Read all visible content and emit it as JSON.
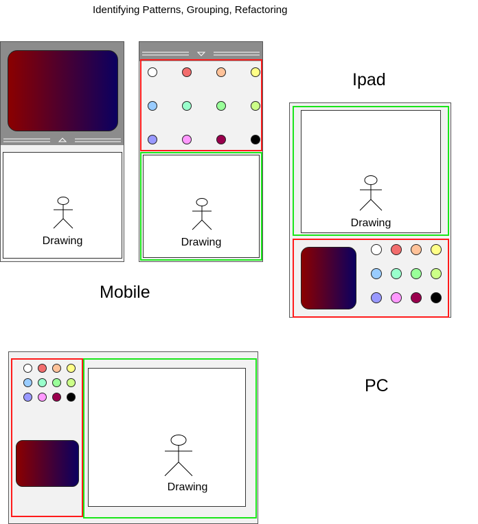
{
  "title": "Identifying Patterns, Grouping, Refactoring",
  "labels": {
    "mobile": "Mobile",
    "ipad": "Ipad",
    "pc": "PC"
  },
  "drawing_label": "Drawing",
  "palette": [
    "#ffffff",
    "#f26d6d",
    "#ffc299",
    "#ffff88",
    "#99ccff",
    "#99ffcc",
    "#99ff99",
    "#ccff88",
    "#9999ff",
    "#ff99ff",
    "#99004d",
    "#000000"
  ],
  "gradient_colors": {
    "start": "#8b0000",
    "end": "#0b0060"
  },
  "outline_colors": {
    "group_tools": "#ff1a1a",
    "group_canvas": "#19e619"
  }
}
